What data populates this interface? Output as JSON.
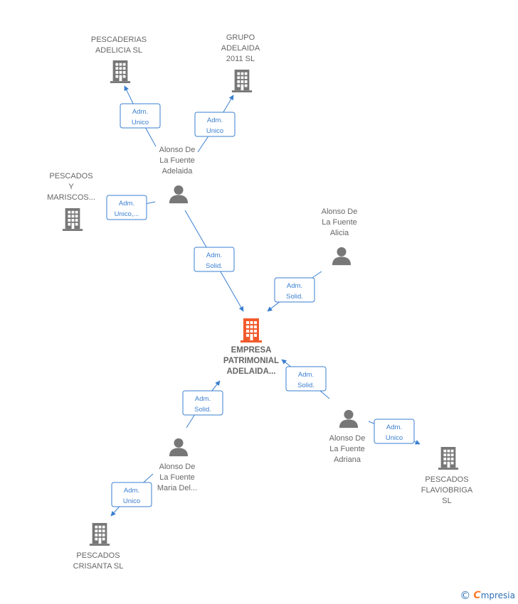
{
  "colors": {
    "edge": "#3a7fd0",
    "node_gray": "#777777",
    "center_accent": "#f25a2b",
    "brand": "#2f6fb3"
  },
  "nodes": [
    {
      "id": "center",
      "type": "company",
      "highlight": true,
      "lines": [
        "EMPRESA",
        "PATRIMONIAL",
        "ADELAIDA..."
      ]
    },
    {
      "id": "pescaderias",
      "type": "company",
      "lines": [
        "PESCADERIAS",
        "ADELICIA  SL"
      ]
    },
    {
      "id": "grupo",
      "type": "company",
      "lines": [
        "GRUPO",
        "ADELAIDA",
        "2011 SL"
      ]
    },
    {
      "id": "mariscos",
      "type": "company",
      "lines": [
        "PESCADOS",
        "Y",
        "MARISCOS..."
      ]
    },
    {
      "id": "flaviobriga",
      "type": "company",
      "lines": [
        "PESCADOS",
        "FLAVIOBRIGA",
        "SL"
      ]
    },
    {
      "id": "crisanta",
      "type": "company",
      "lines": [
        "PESCADOS",
        "CRISANTA  SL"
      ]
    },
    {
      "id": "adelaida",
      "type": "person",
      "lines": [
        "Alonso De",
        "La Fuente",
        "Adelaida"
      ]
    },
    {
      "id": "alicia",
      "type": "person",
      "lines": [
        "Alonso De",
        "La Fuente",
        "Alicia"
      ]
    },
    {
      "id": "adriana",
      "type": "person",
      "lines": [
        "Alonso De",
        "La Fuente",
        "Adriana"
      ]
    },
    {
      "id": "maria",
      "type": "person",
      "lines": [
        "Alonso De",
        "La Fuente",
        "Maria Del..."
      ]
    }
  ],
  "edges": [
    {
      "id": "e1",
      "from": "adelaida",
      "to": "pescaderias",
      "lines": [
        "Adm.",
        "Unico"
      ]
    },
    {
      "id": "e2",
      "from": "adelaida",
      "to": "grupo",
      "lines": [
        "Adm.",
        "Unico"
      ]
    },
    {
      "id": "e3",
      "from": "adelaida",
      "to": "mariscos",
      "lines": [
        "Adm.",
        "Unico,..."
      ]
    },
    {
      "id": "e4",
      "from": "adelaida",
      "to": "center",
      "lines": [
        "Adm.",
        "Solid."
      ]
    },
    {
      "id": "e5",
      "from": "alicia",
      "to": "center",
      "lines": [
        "Adm.",
        "Solid."
      ]
    },
    {
      "id": "e6",
      "from": "adriana",
      "to": "center",
      "lines": [
        "Adm.",
        "Solid."
      ]
    },
    {
      "id": "e7",
      "from": "adriana",
      "to": "flaviobriga",
      "lines": [
        "Adm.",
        "Unico"
      ]
    },
    {
      "id": "e8",
      "from": "maria",
      "to": "center",
      "lines": [
        "Adm.",
        "Solid."
      ]
    },
    {
      "id": "e9",
      "from": "maria",
      "to": "crisanta",
      "lines": [
        "Adm.",
        "Unico"
      ]
    }
  ],
  "footer": {
    "copyright_symbol": "©",
    "brand_initial": "C",
    "brand_rest": "mpresia"
  }
}
